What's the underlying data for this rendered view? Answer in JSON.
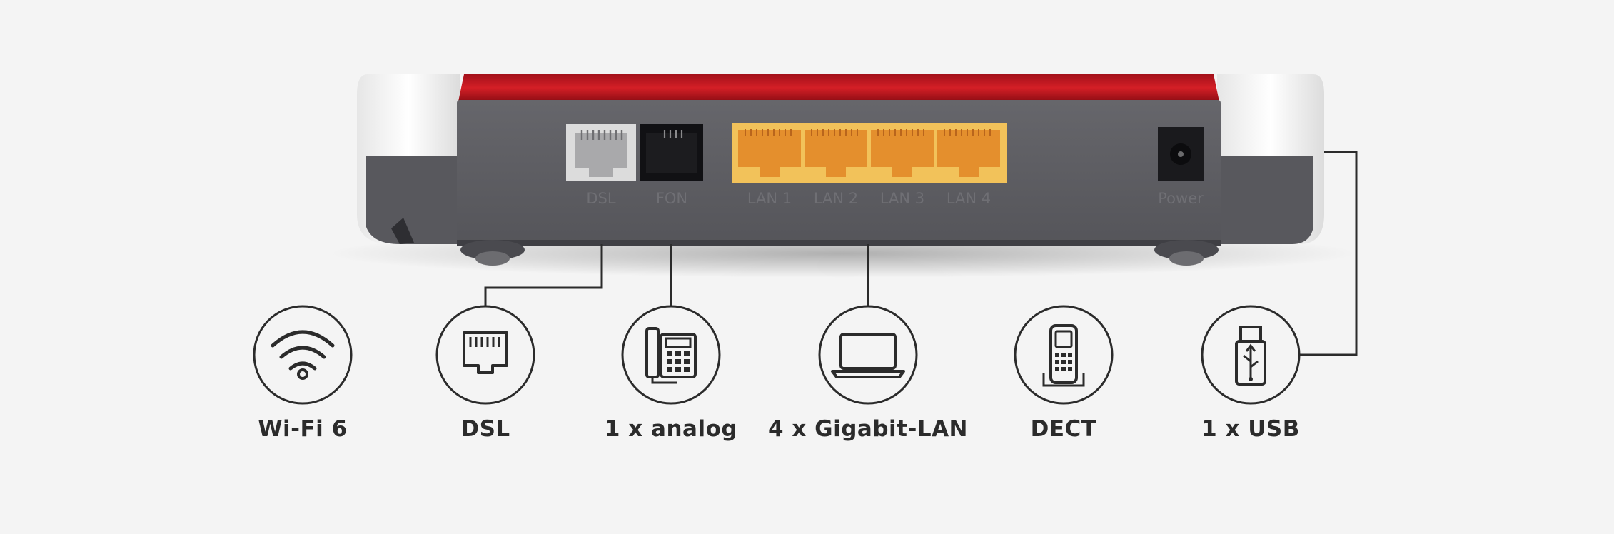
{
  "router": {
    "port_labels": {
      "dsl": "DSL",
      "fon": "FON",
      "lan1": "LAN 1",
      "lan2": "LAN 2",
      "lan3": "LAN 3",
      "lan4": "LAN 4",
      "power": "Power"
    }
  },
  "features": [
    {
      "label": "Wi-Fi 6",
      "icon": "wifi-icon"
    },
    {
      "label": "DSL",
      "icon": "ethernet-port-icon"
    },
    {
      "label": "1 x analog",
      "icon": "telephone-icon"
    },
    {
      "label": "4 x Gigabit-LAN",
      "icon": "laptop-icon"
    },
    {
      "label": "DECT",
      "icon": "cordless-phone-icon"
    },
    {
      "label": "1 x USB",
      "icon": "usb-stick-icon"
    }
  ],
  "colors": {
    "background": "#f4f4f4",
    "router_body": "#5e5e63",
    "router_top": "#c4161c",
    "lan_ports": "#f0a23a",
    "line": "#2b2b2b"
  }
}
